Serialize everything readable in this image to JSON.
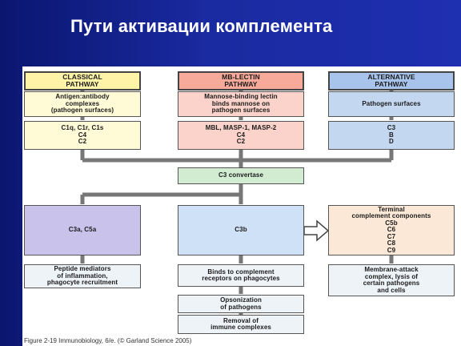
{
  "slide_title": "Пути активации комплемента",
  "diagram": {
    "headers": {
      "classical": [
        "CLASSICAL",
        "PATHWAY"
      ],
      "lectin": [
        "MB-LECTIN",
        "PATHWAY"
      ],
      "alternative": [
        "ALTERNATIVE",
        "PATHWAY"
      ]
    },
    "triggers": {
      "classical": [
        "Antigen:antibody",
        "complexes",
        "(pathogen surfaces)"
      ],
      "lectin": [
        "Mannose-binding lectin",
        "binds mannose on",
        "pathogen surfaces"
      ],
      "alternative": [
        "Pathogen surfaces"
      ]
    },
    "components": {
      "classical": [
        "C1q, C1r, C1s",
        "C4",
        "C2"
      ],
      "lectin": [
        "MBL, MASP-1, MASP-2",
        "C4",
        "C2"
      ],
      "alternative": [
        "C3",
        "B",
        "D"
      ]
    },
    "convertase": "C3 convertase",
    "products": {
      "c3a_c5a": "C3a, C5a",
      "c3b": "C3b",
      "terminal": [
        "Terminal",
        "complement components",
        "C5b",
        "C6",
        "C7",
        "C8",
        "C9"
      ]
    },
    "outcomes": {
      "peptide": [
        "Peptide mediators",
        "of inflammation,",
        "phagocyte recruitment"
      ],
      "binds": [
        "Binds to complement",
        "receptors on phagocytes"
      ],
      "mac": [
        "Membrane-attack",
        "complex, lysis of",
        "certain pathogens",
        "and cells"
      ],
      "opsonization": [
        "Opsonization",
        "of pathogens"
      ],
      "removal": [
        "Removal of",
        "immune complexes"
      ]
    },
    "caption": "Figure 2-19 Immunobiology, 6/e. (© Garland Science 2005)"
  }
}
